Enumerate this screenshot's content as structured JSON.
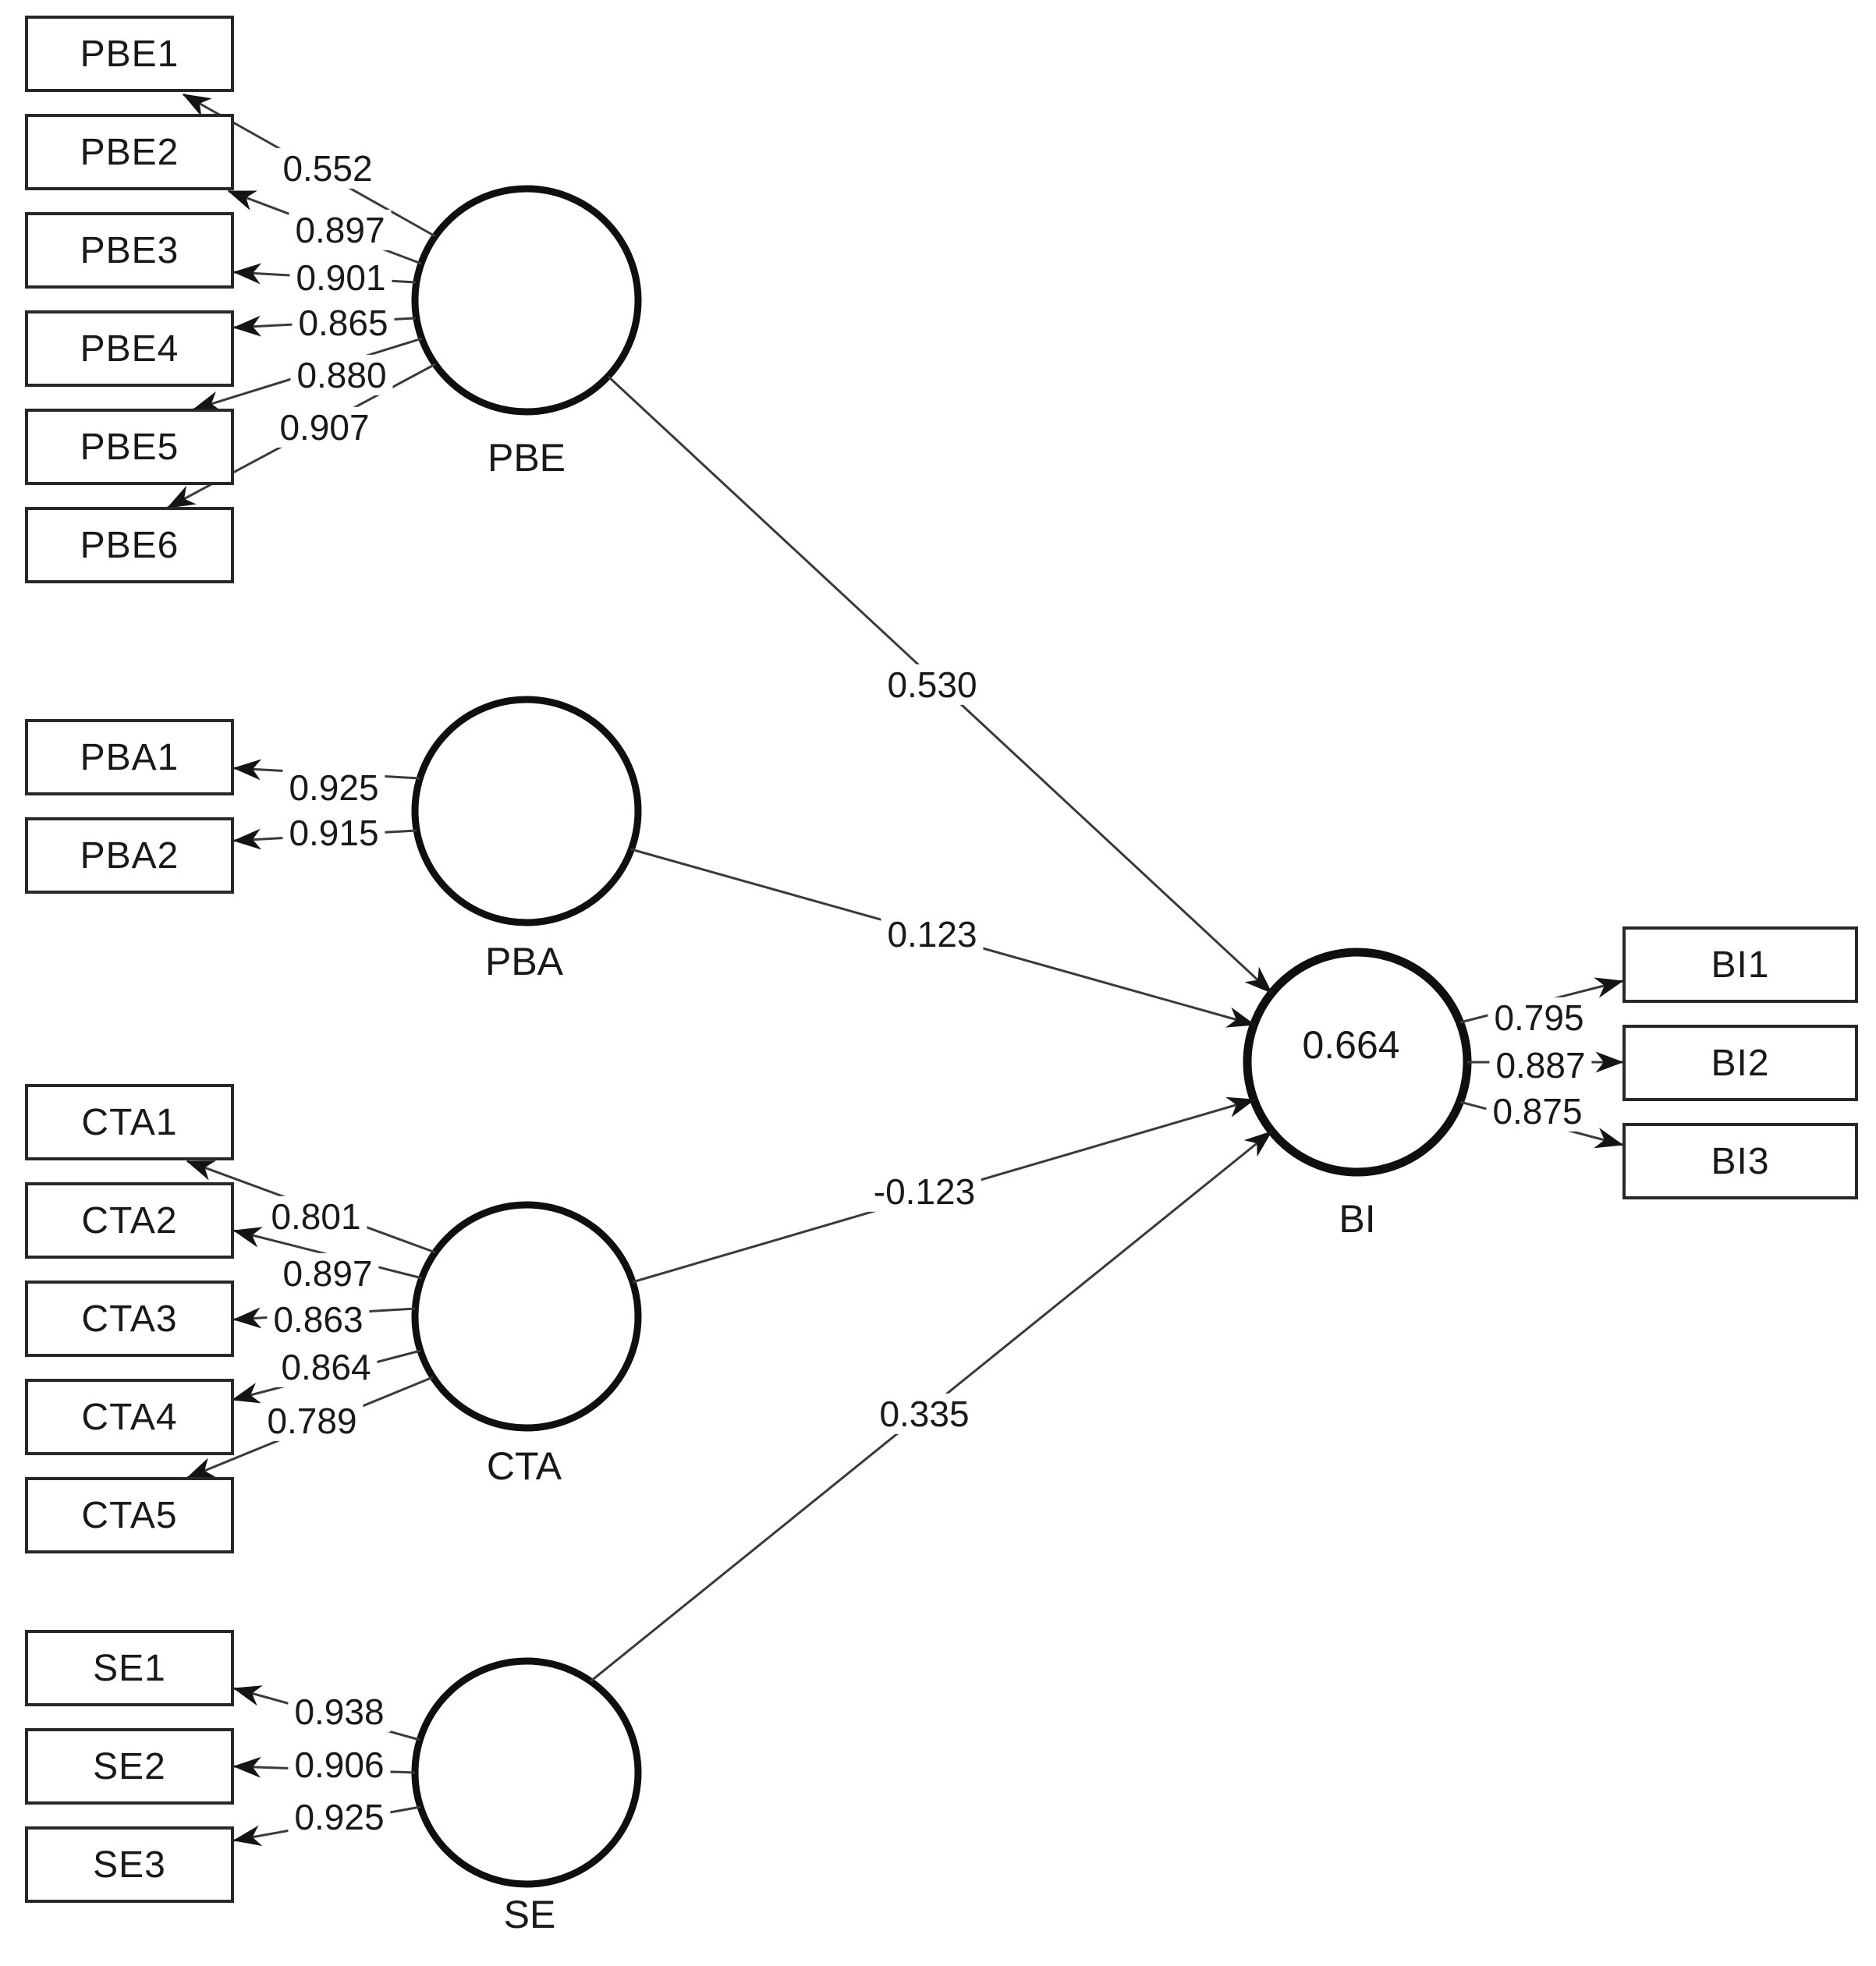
{
  "diagram": {
    "type": "structural-equation-model",
    "colors": {
      "background": "#ffffff",
      "line": "#3a3a3a",
      "node_border": "#0f0f0f",
      "box_border": "#26282b",
      "text": "#17191d"
    },
    "constructs": [
      {
        "label": "PBE",
        "indicators": [
          {
            "name": "PBE1",
            "loading": "0.552"
          },
          {
            "name": "PBE2",
            "loading": "0.897"
          },
          {
            "name": "PBE3",
            "loading": "0.901"
          },
          {
            "name": "PBE4",
            "loading": "0.865"
          },
          {
            "name": "PBE5",
            "loading": "0.880"
          },
          {
            "name": "PBE6",
            "loading": "0.907"
          }
        ]
      },
      {
        "label": "PBA",
        "indicators": [
          {
            "name": "PBA1",
            "loading": "0.925"
          },
          {
            "name": "PBA2",
            "loading": "0.915"
          }
        ]
      },
      {
        "label": "CTA",
        "indicators": [
          {
            "name": "CTA1",
            "loading": "0.801"
          },
          {
            "name": "CTA2",
            "loading": "0.897"
          },
          {
            "name": "CTA3",
            "loading": "0.863"
          },
          {
            "name": "CTA4",
            "loading": "0.864"
          },
          {
            "name": "CTA5",
            "loading": "0.789"
          }
        ]
      },
      {
        "label": "SE",
        "indicators": [
          {
            "name": "SE1",
            "loading": "0.938"
          },
          {
            "name": "SE2",
            "loading": "0.906"
          },
          {
            "name": "SE3",
            "loading": "0.925"
          }
        ]
      },
      {
        "label": "BI",
        "r_squared": "0.664",
        "indicators": [
          {
            "name": "BI1",
            "loading": "0.795"
          },
          {
            "name": "BI2",
            "loading": "0.887"
          },
          {
            "name": "BI3",
            "loading": "0.875"
          }
        ]
      }
    ],
    "paths": [
      {
        "from": "PBE",
        "to": "BI",
        "coefficient": "0.530"
      },
      {
        "from": "PBA",
        "to": "BI",
        "coefficient": "0.123"
      },
      {
        "from": "CTA",
        "to": "BI",
        "coefficient": "-0.123"
      },
      {
        "from": "SE",
        "to": "BI",
        "coefficient": "0.335"
      }
    ]
  }
}
